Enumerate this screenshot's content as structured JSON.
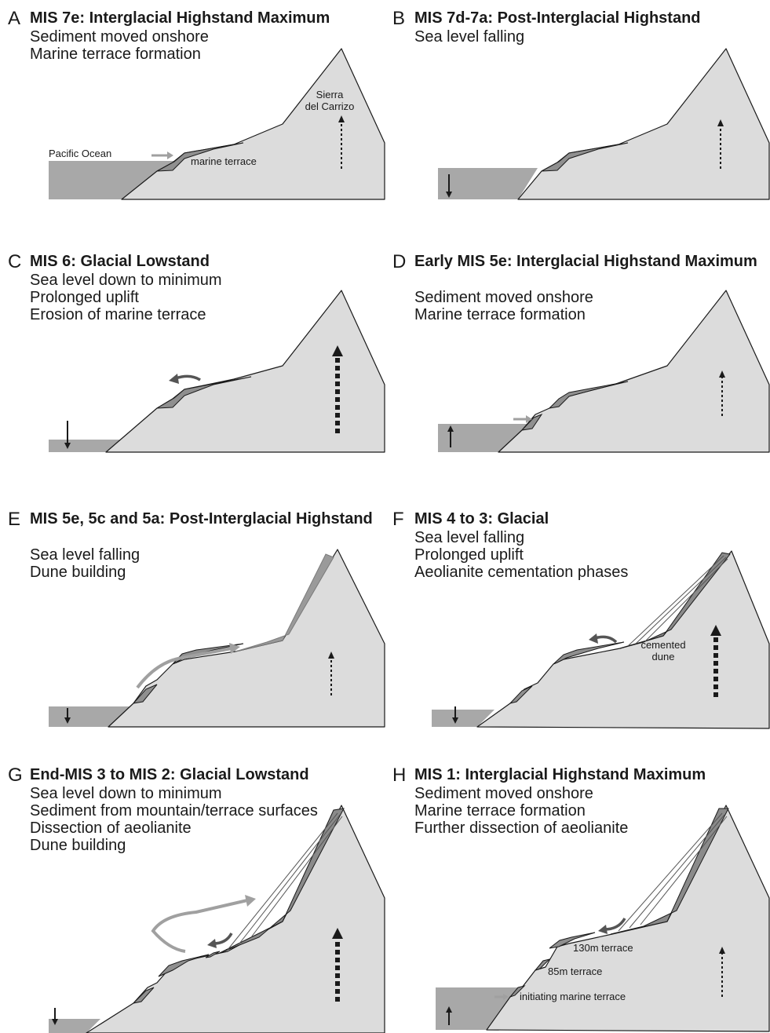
{
  "colors": {
    "land": "#dcdcdc",
    "ocean": "#a8a8a8",
    "terrace": "#8f8f8f",
    "outline": "#1a1a1a",
    "arrow_light": "#a0a0a0",
    "arrow_dark": "#555555",
    "dune": "#7a7a7a"
  },
  "panels": [
    {
      "letter": "A",
      "title": "MIS 7e: Interglacial Highstand Maximum",
      "lines": [
        "Sediment moved onshore",
        "Marine terrace formation"
      ],
      "labels": {
        "ocean": "Pacific Ocean",
        "terrace": "marine terrace",
        "mountain_line1": "Sierra",
        "mountain_line2": "del Carrizo"
      },
      "sea_level": "high",
      "sea_arrow": "none",
      "uplift": "slow",
      "terraces_present": 1,
      "sediment_arrow": "onshore"
    },
    {
      "letter": "B",
      "title": "MIS 7d-7a: Post-Interglacial Highstand",
      "lines": [
        "Sea level falling"
      ],
      "sea_level": "mid",
      "sea_arrow": "down",
      "uplift": "slow",
      "terraces_present": 1
    },
    {
      "letter": "C",
      "title": "MIS 6: Glacial Lowstand",
      "lines": [
        "Sea level down to minimum",
        "Prolonged uplift",
        "Erosion of marine terrace"
      ],
      "sea_level": "low",
      "sea_arrow": "down",
      "uplift": "fast",
      "terraces_present": 1,
      "sediment_arrow": "erosion"
    },
    {
      "letter": "D",
      "title": "Early MIS 5e: Interglacial Highstand Maximum",
      "lines": [
        "Sediment moved onshore",
        "Marine terrace formation"
      ],
      "sea_level": "high",
      "sea_arrow": "up",
      "uplift": "slow",
      "terraces_present": 2,
      "sediment_arrow": "onshore"
    },
    {
      "letter": "E",
      "title": "MIS 5e, 5c and 5a: Post-Interglacial Highstand",
      "lines": [
        "Sea level falling",
        "Dune building"
      ],
      "sea_level": "low",
      "sea_arrow": "down",
      "uplift": "slow",
      "terraces_present": 2,
      "sediment_arrow": "dune",
      "dune": "building"
    },
    {
      "letter": "F",
      "title": "MIS 4 to 3: Glacial",
      "lines": [
        "Sea level falling",
        "Prolonged uplift",
        "Aeolianite cementation phases"
      ],
      "labels": {
        "dune_line1": "cemented",
        "dune_line2": "dune"
      },
      "sea_level": "low",
      "sea_arrow": "down",
      "uplift": "fast",
      "terraces_present": 2,
      "sediment_arrow": "erosion",
      "dune": "cemented"
    },
    {
      "letter": "G",
      "title": "End-MIS 3 to MIS 2: Glacial Lowstand",
      "lines": [
        "Sea level down to minimum",
        "Sediment from mountain/terrace surfaces",
        "Dissection of aeolianite",
        "Dune building"
      ],
      "sea_level": "low",
      "sea_arrow": "down",
      "uplift": "fast",
      "terraces_present": 3,
      "sediment_arrow": "both",
      "dune": "dissected"
    },
    {
      "letter": "H",
      "title": "MIS 1: Interglacial Highstand Maximum",
      "lines": [
        "Sediment moved onshore",
        "Marine terrace formation",
        "Further dissection of aeolianite"
      ],
      "labels": {
        "t130": "130m terrace",
        "t85": "85m terrace",
        "tnew": "initiating marine terrace"
      },
      "sea_level": "high",
      "sea_arrow": "up",
      "uplift": "slow",
      "terraces_present": 3,
      "sediment_arrow": "onshore_erosion",
      "dune": "dissected"
    }
  ]
}
